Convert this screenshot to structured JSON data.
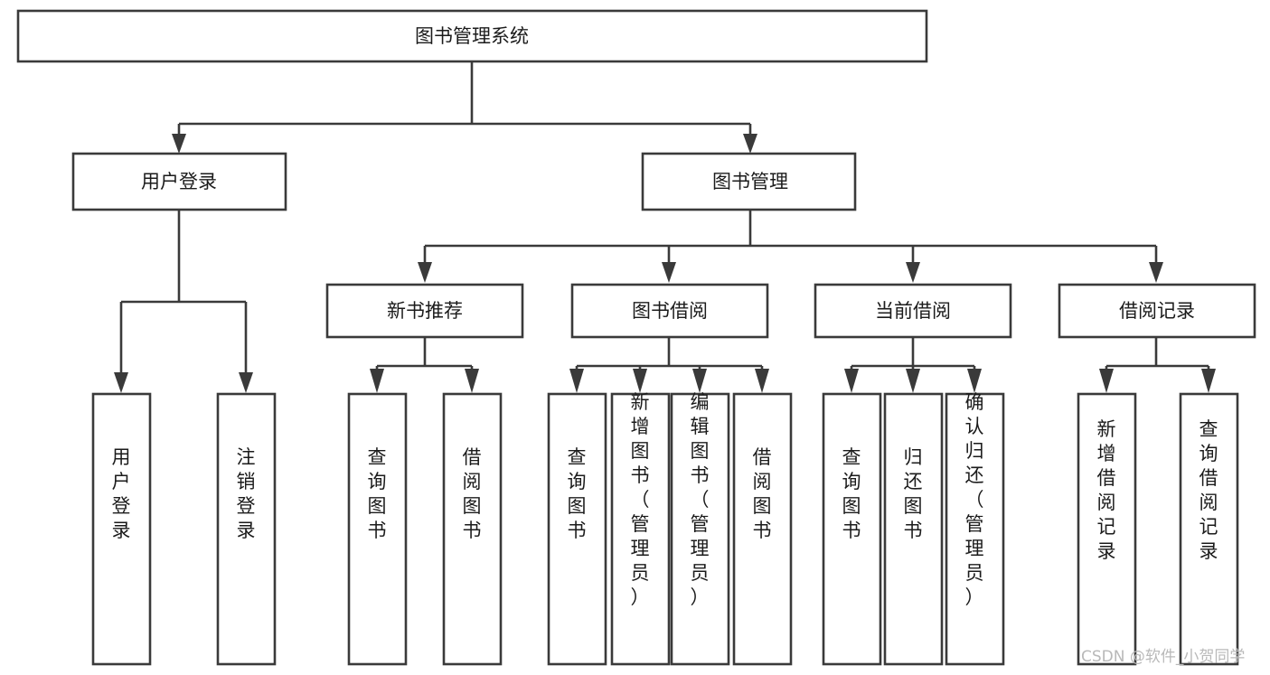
{
  "diagram": {
    "title": "图书管理系统",
    "type": "tree-hierarchy-diagram",
    "colors": {
      "box_stroke": "#3a3a3a",
      "box_fill": "#ffffff",
      "text": "#1b1b1b",
      "background": "#ffffff",
      "watermark": "#b9b9b9"
    },
    "root": {
      "label": "图书管理系统"
    },
    "level1": [
      {
        "label": "用户登录"
      },
      {
        "label": "图书管理"
      }
    ],
    "level2": [
      {
        "label": "新书推荐"
      },
      {
        "label": "图书借阅"
      },
      {
        "label": "当前借阅"
      },
      {
        "label": "借阅记录"
      }
    ],
    "leaves": {
      "user_login": [
        {
          "label": "用户登录"
        },
        {
          "label": "注销登录"
        }
      ],
      "new_book_recommend": [
        {
          "label": "查询图书"
        },
        {
          "label": "借阅图书"
        }
      ],
      "book_borrow": [
        {
          "label": "查询图书"
        },
        {
          "label": "新增图书（管理员）"
        },
        {
          "label": "编辑图书（管理员）"
        },
        {
          "label": "借阅图书"
        }
      ],
      "current_borrow": [
        {
          "label": "查询图书"
        },
        {
          "label": "归还图书"
        },
        {
          "label": "确认归还（管理员）"
        }
      ],
      "borrow_record": [
        {
          "label": "新增借阅记录"
        },
        {
          "label": "查询借阅记录"
        }
      ]
    }
  },
  "watermark": {
    "text": "CSDN @软件_小贺同学"
  }
}
